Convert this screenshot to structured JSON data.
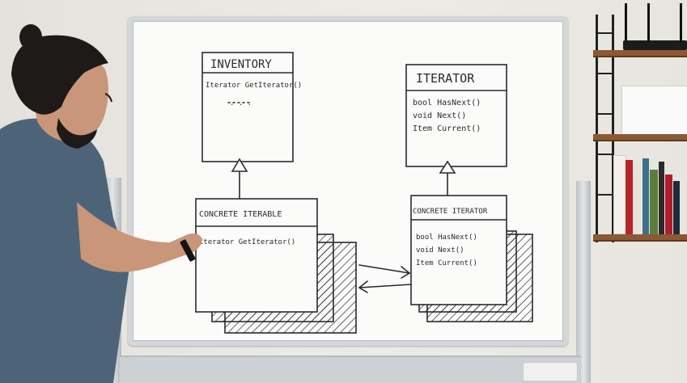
{
  "whiteboard": {
    "inventory": {
      "title": "INVENTORY",
      "method": "Iterator GetIterator()",
      "ellipsis": ". . ."
    },
    "iterator": {
      "title": "ITERATOR",
      "m1": "bool HasNext()",
      "m2": "void Next()",
      "m3": "Item Current()"
    },
    "concrete_iterable": {
      "title": "CONCRETE ITERABLE",
      "method": "Iterator GetIterator()"
    },
    "concrete_iterator": {
      "title": "CONCRETE ITERATOR",
      "m1": "bool HasNext()",
      "m2": "void Next()",
      "m3": "Item Current()"
    }
  },
  "colors": {
    "ink": "#2a2a2e",
    "shirt": "#4d6478",
    "hair": "#1e1a17",
    "skin": "#c9967a",
    "shelf_wood": "#8b5a34"
  }
}
